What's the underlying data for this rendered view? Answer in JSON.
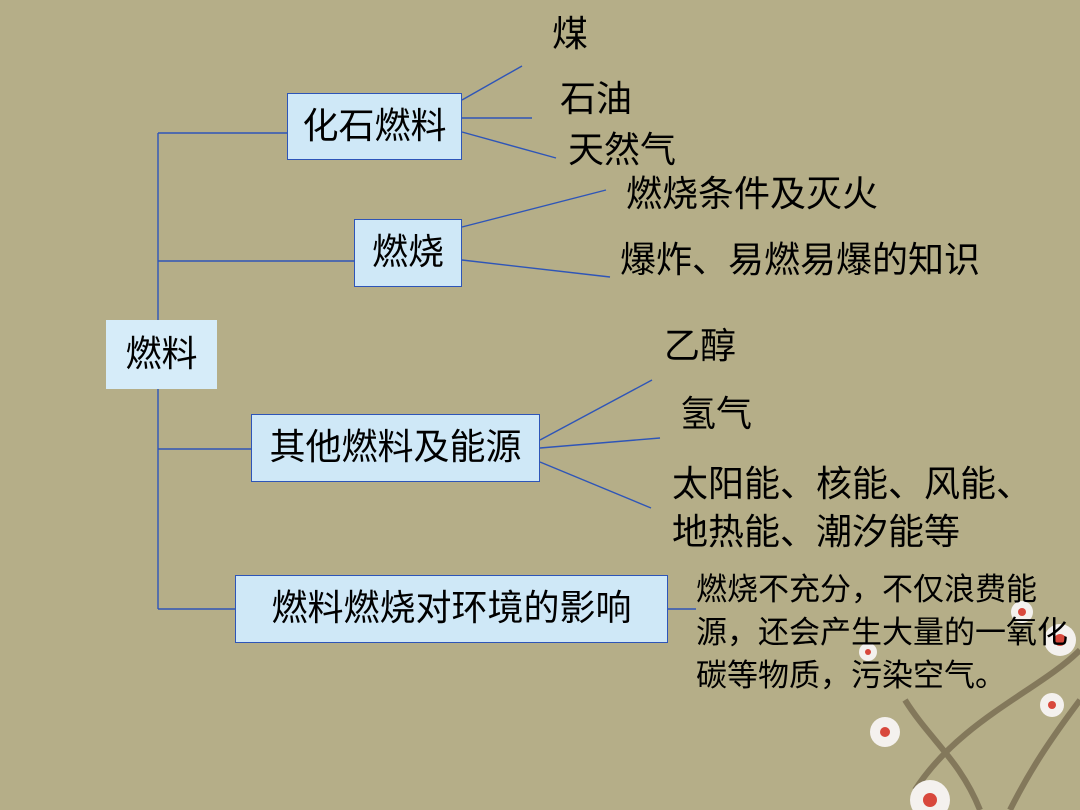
{
  "root": {
    "label": "燃料"
  },
  "branches": [
    {
      "label": "化石燃料",
      "items": [
        "煤",
        "石油",
        "天然气"
      ]
    },
    {
      "label": "燃烧",
      "items": [
        "燃烧条件及灭火",
        "爆炸、易燃易爆的知识"
      ]
    },
    {
      "label": "其他燃料及能源",
      "items": [
        "乙醇",
        "氢气",
        "太阳能、核能、风能、",
        "地热能、潮汐能等"
      ]
    },
    {
      "label": "燃料燃烧对环境的影响",
      "note": "燃烧不充分，不仅浪费能源，还会产生大量的一氧化碳等物质，污染空气。"
    }
  ],
  "colors": {
    "background": "#b5ae88",
    "box_fill": "#cfe8f7",
    "line": "#2e55b8",
    "blossom_petal": "#f4f1ee",
    "blossom_center": "#d8483c"
  }
}
